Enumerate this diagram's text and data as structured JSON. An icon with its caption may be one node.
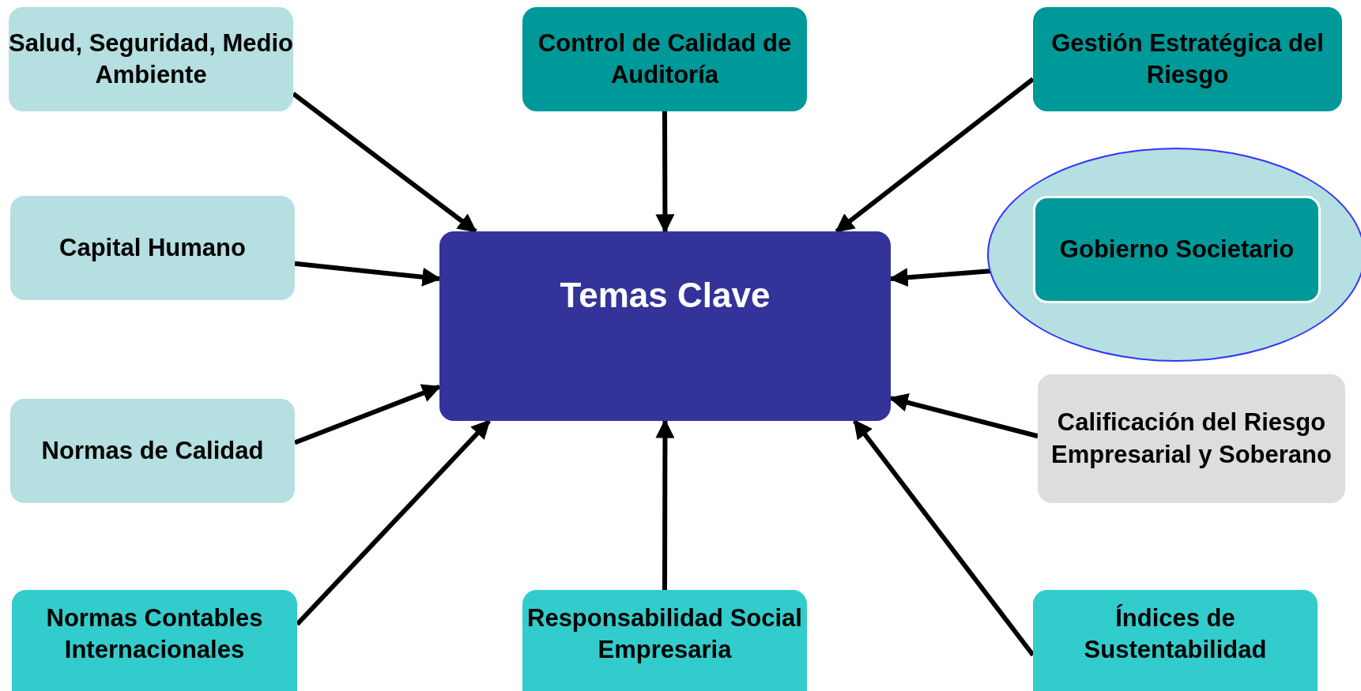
{
  "diagram": {
    "nodes": [
      {
        "text": [
          "Temas Clave"
        ]
      },
      {
        "text": [
          "Salud, Seguridad, Medio Ambiente"
        ]
      },
      {
        "text": [
          "Control de Calidad de Auditoría"
        ]
      },
      {
        "text": [
          "Gestión Estratégica del Riesgo"
        ]
      },
      {
        "text": [
          "Capital Humano"
        ]
      },
      {
        "text": [],
        "shape": "ellipse"
      },
      {
        "text": [
          "Gobierno Societario"
        ],
        "in": 5
      },
      {
        "text": [
          "Normas de Calidad"
        ]
      },
      {
        "text": [
          "Calificación del Riesgo Empresarial y Soberano"
        ]
      },
      {
        "text": [
          "Normas Contables Internacionales"
        ]
      },
      {
        "text": [
          "Responsabilidad Social Empresaria"
        ]
      },
      {
        "text": [
          "Índices de Sustentabilidad"
        ]
      }
    ],
    "edges": [
      {
        "from": 1,
        "to": 0,
        "arrow": "to"
      },
      {
        "from": 2,
        "to": 0,
        "arrow": "to"
      },
      {
        "from": 3,
        "to": 0,
        "arrow": "to"
      },
      {
        "from": 4,
        "to": 0,
        "arrow": "to"
      },
      {
        "from": 6,
        "to": 0,
        "arrow": "to"
      },
      {
        "from": 7,
        "to": 0,
        "arrow": "to"
      },
      {
        "from": 8,
        "to": 0,
        "arrow": "to"
      },
      {
        "from": 9,
        "to": 0,
        "arrow": "to"
      },
      {
        "from": 10,
        "to": 0,
        "arrow": "to"
      },
      {
        "from": 11,
        "to": 0,
        "arrow": "to"
      }
    ]
  }
}
